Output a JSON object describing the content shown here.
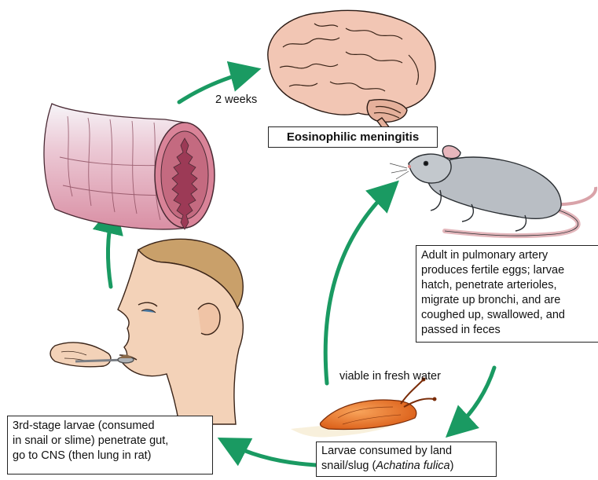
{
  "labels": {
    "two_weeks": "2 weeks",
    "viable_fresh_water": "viable in fresh water"
  },
  "boxes": {
    "brain": "Eosinophilic meningitis",
    "rat": [
      "Adult in pulmonary artery",
      "produces fertile eggs; larvae",
      "hatch, penetrate arterioles,",
      "migrate up bronchi, and are",
      "coughed up, swallowed, and",
      "passed in feces"
    ],
    "snail_line1": "Larvae consumed by land",
    "snail_line2_prefix": "snail/slug (",
    "snail_species": "Achatina fulica",
    "snail_line2_suffix": ")",
    "human": [
      "3rd-stage larvae (consumed",
      "in snail or slime) penetrate gut,",
      "go to CNS (then lung in rat)"
    ]
  },
  "colors": {
    "arrow": "#1a9a62",
    "brain": "#f2c6b4",
    "intestine": "#e7a5b6",
    "rat": "#b9bec4",
    "slug": "#e9762a",
    "skin": "#f3d2b8",
    "hair": "#c9a06a"
  }
}
